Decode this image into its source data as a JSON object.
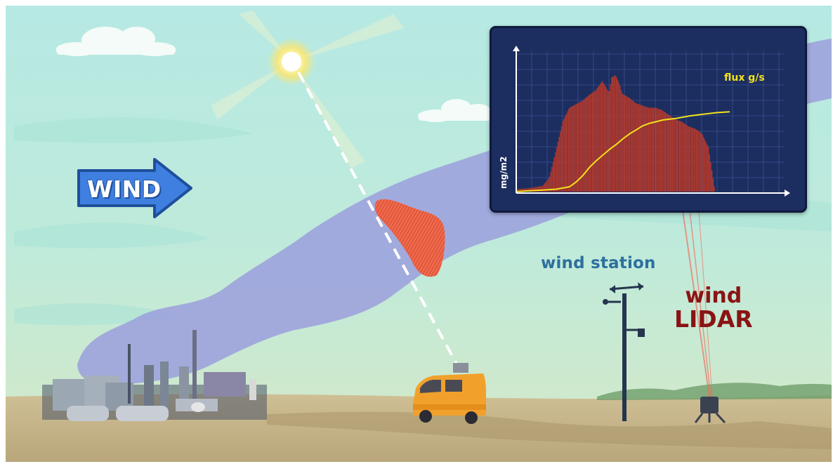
{
  "labels": {
    "wind_arrow": "WIND",
    "wind_station": "wind station",
    "wind_lidar_line1": "wind",
    "wind_lidar_line2": "LIDAR"
  },
  "chart_data": {
    "type": "area",
    "series": [
      {
        "name": "flux g/s",
        "style": "line",
        "color": "#f2e21b",
        "x": [
          0,
          10,
          20,
          30,
          40,
          45,
          50,
          55,
          60,
          65,
          70,
          75,
          80,
          85,
          90,
          95,
          100,
          110,
          120,
          130,
          140,
          150,
          160
        ],
        "values": [
          0.0,
          0.01,
          0.02,
          0.03,
          0.06,
          0.12,
          0.2,
          0.3,
          0.38,
          0.45,
          0.52,
          0.58,
          0.65,
          0.71,
          0.76,
          0.81,
          0.84,
          0.88,
          0.9,
          0.93,
          0.95,
          0.97,
          0.98
        ]
      },
      {
        "name": "",
        "style": "bars",
        "color": "#b9392a",
        "x": [
          0,
          10,
          20,
          25,
          30,
          35,
          40,
          45,
          50,
          55,
          60,
          65,
          70,
          72,
          75,
          78,
          80,
          83,
          86,
          90,
          95,
          100,
          105,
          110,
          115,
          120,
          125,
          130,
          135,
          140,
          145,
          150
        ],
        "values": [
          0.02,
          0.03,
          0.05,
          0.12,
          0.35,
          0.6,
          0.72,
          0.75,
          0.78,
          0.83,
          0.87,
          0.95,
          0.85,
          0.98,
          1.0,
          0.92,
          0.84,
          0.82,
          0.8,
          0.76,
          0.74,
          0.72,
          0.72,
          0.7,
          0.66,
          0.62,
          0.6,
          0.56,
          0.54,
          0.5,
          0.38,
          0.0
        ]
      }
    ],
    "title": "",
    "xlabel": "",
    "ylabel": "mg/m2",
    "annotation": "flux g/s",
    "grid": true,
    "background_color": "#1c2e60",
    "grid_color": "#3a5090"
  },
  "colors": {
    "sky_top": "#b6e9e3",
    "sky_bottom": "#bde8d5",
    "plume": "#9ea4dc",
    "ground": "#c7b58a",
    "van": "#f1a12b",
    "wind_arrow": "#3f7fe0",
    "laser": "#f26a5a"
  }
}
